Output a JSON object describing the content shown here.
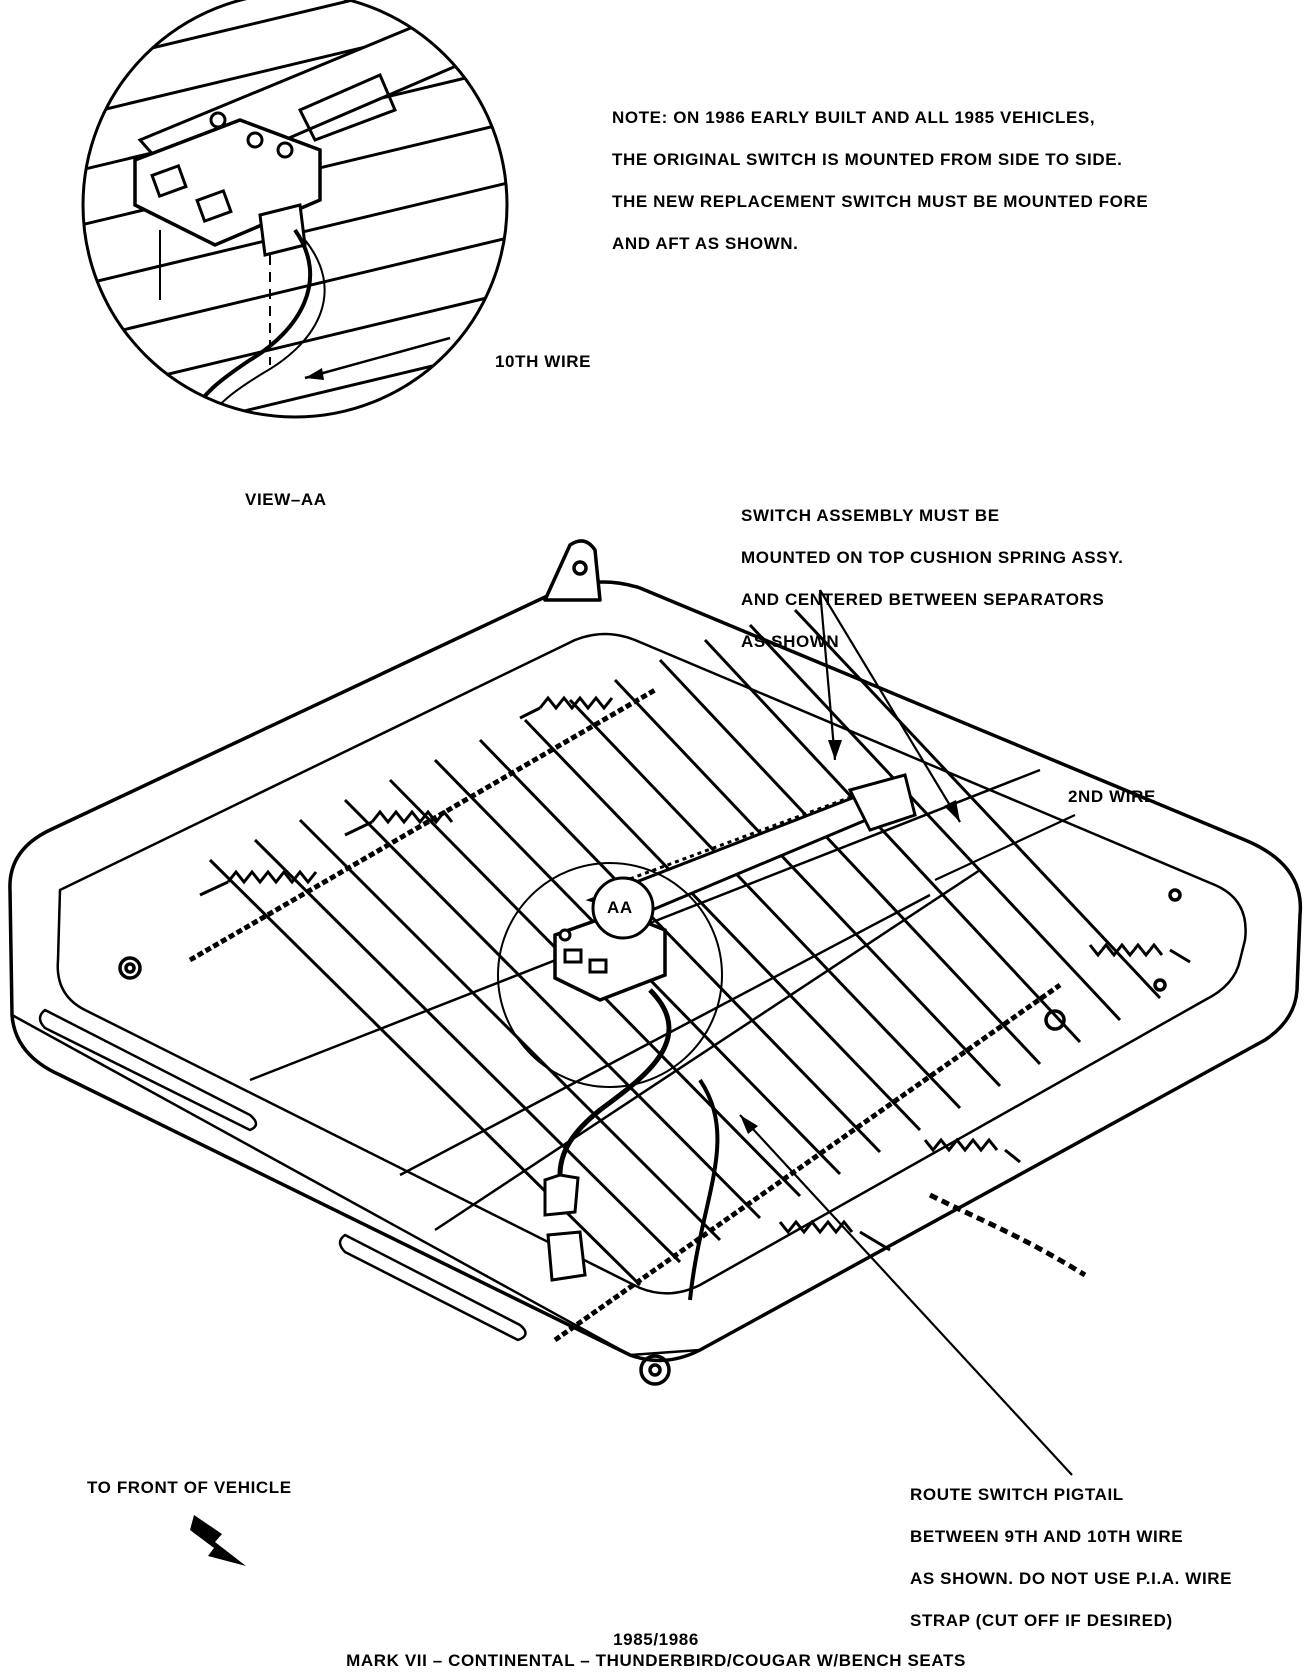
{
  "note": {
    "lines": [
      "NOTE: ON 1986 EARLY BUILT AND ALL 1985 VEHICLES,",
      "THE ORIGINAL SWITCH IS MOUNTED FROM SIDE TO SIDE.",
      "THE NEW REPLACEMENT SWITCH MUST BE MOUNTED FORE",
      "AND AFT AS SHOWN."
    ]
  },
  "labels": {
    "tenth_wire": "10TH WIRE",
    "view_aa": "VIEW–AA",
    "switch_assembly": [
      "SWITCH ASSEMBLY MUST BE",
      "MOUNTED ON TOP CUSHION SPRING ASSY.",
      "AND CENTERED BETWEEN SEPARATORS",
      "AS SHOWN"
    ],
    "second_wire": "2ND WIRE",
    "aa_callout": "AA",
    "route_pigtail": [
      "ROUTE SWITCH PIGTAIL",
      "BETWEEN 9TH AND 10TH WIRE",
      "AS SHOWN. DO NOT USE P.I.A. WIRE",
      "STRAP (CUT OFF IF DESIRED)"
    ],
    "to_front": "TO FRONT OF VEHICLE"
  },
  "footer": {
    "years": "1985/1986",
    "models": "MARK VII – CONTINENTAL – THUNDERBIRD/COUGAR W/BENCH SEATS"
  }
}
